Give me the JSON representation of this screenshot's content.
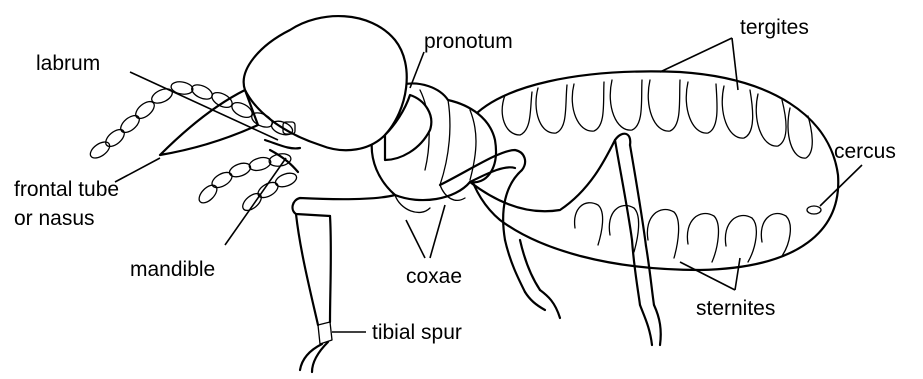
{
  "labels": {
    "labrum": "labrum",
    "pronotum": "pronotum",
    "tergites": "tergites",
    "cercus": "cercus",
    "frontal_tube_line1": "frontal tube",
    "frontal_tube_line2": "or nasus",
    "mandible": "mandible",
    "coxae": "coxae",
    "sternites": "sternites",
    "tibial_spur": "tibial spur"
  },
  "colors": {
    "ink": "#000000",
    "paper": "#ffffff"
  }
}
